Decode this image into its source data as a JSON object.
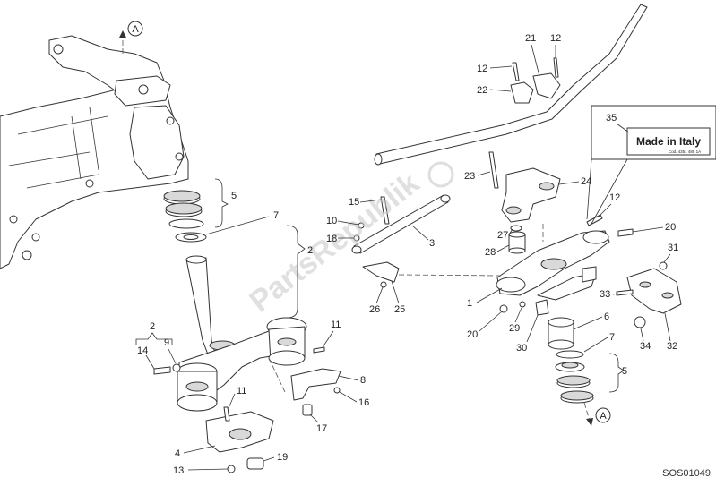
{
  "watermark": "PartsRepublik",
  "drawing_code": "SOS01049",
  "label_box": {
    "number": "35",
    "text": "Made in Italy",
    "small_text": "Cod. 4351 485 1A"
  },
  "callouts": {
    "A_top": "A",
    "A_bottom": "A",
    "c1": "1",
    "c2_top": "2",
    "c2_left": "2",
    "c3": "3",
    "c4": "4",
    "c5_left": "5",
    "c5_right": "5",
    "c6": "6",
    "c7_left": "7",
    "c7_right": "7",
    "c8": "8",
    "c9": "9",
    "c10": "10",
    "c11_right": "11",
    "c11_lower": "11",
    "c12_a": "12",
    "c12_b": "12",
    "c12_c": "12",
    "c13": "13",
    "c14": "14",
    "c15": "15",
    "c16": "16",
    "c17": "17",
    "c18": "18",
    "c19": "19",
    "c20_right": "20",
    "c20_left": "20",
    "c21": "21",
    "c22": "22",
    "c23": "23",
    "c24": "24",
    "c25": "25",
    "c26": "26",
    "c27": "27",
    "c28": "28",
    "c29": "29",
    "c30": "30",
    "c31": "31",
    "c32": "32",
    "c33": "33",
    "c34": "34"
  }
}
